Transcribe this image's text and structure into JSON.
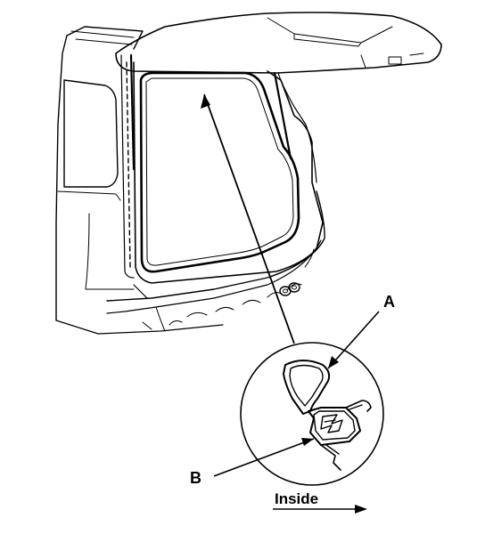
{
  "callouts": {
    "a": "A",
    "b": "B"
  },
  "direction": {
    "label": "Inside"
  },
  "colors": {
    "ink": "#000000",
    "paper": "#ffffff"
  }
}
